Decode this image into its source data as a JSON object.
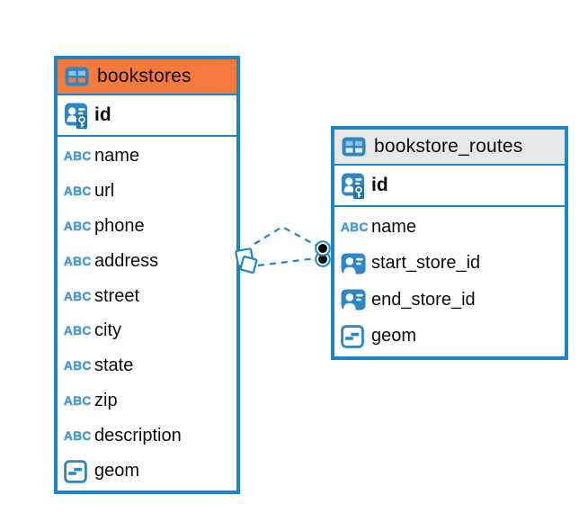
{
  "colors": {
    "accent_blue": "#1b86c8",
    "icon_blue": "#2e86c4",
    "icon_blue_light": "#8ec1e6",
    "key_badge_blue": "#2373ab",
    "text_icon_blue": "#4f9ad1",
    "bookstores_header_orange": "#f5793b",
    "routes_header_gray": "#e8e8e8",
    "endpoint_dot_black": "#000000",
    "text_black": "#0d0d0d"
  },
  "icons": {
    "text_icon_label": "ABC"
  },
  "tables": [
    {
      "name": "bookstores",
      "header_color": "#f5793b",
      "columns": [
        {
          "name": "id",
          "type_icon": "primary-key",
          "emphasis": true
        },
        {
          "name": "name",
          "type_icon": "text"
        },
        {
          "name": "url",
          "type_icon": "text"
        },
        {
          "name": "phone",
          "type_icon": "text"
        },
        {
          "name": "address",
          "type_icon": "text"
        },
        {
          "name": "street",
          "type_icon": "text"
        },
        {
          "name": "city",
          "type_icon": "text"
        },
        {
          "name": "state",
          "type_icon": "text"
        },
        {
          "name": "zip",
          "type_icon": "text"
        },
        {
          "name": "description",
          "type_icon": "text"
        },
        {
          "name": "geom",
          "type_icon": "geometry"
        }
      ]
    },
    {
      "name": "bookstore_routes",
      "header_color": "#e8e8e8",
      "columns": [
        {
          "name": "id",
          "type_icon": "primary-key",
          "emphasis": true
        },
        {
          "name": "name",
          "type_icon": "text"
        },
        {
          "name": "start_store_id",
          "type_icon": "foreign-key"
        },
        {
          "name": "end_store_id",
          "type_icon": "foreign-key"
        },
        {
          "name": "geom",
          "type_icon": "geometry"
        }
      ]
    }
  ],
  "relationships": [
    {
      "from_table": "bookstores",
      "to_table": "bookstore_routes",
      "line_style": "dashed",
      "from_marker": "diamond",
      "to_marker": "dot"
    },
    {
      "from_table": "bookstores",
      "to_table": "bookstore_routes",
      "line_style": "dashed",
      "from_marker": "diamond",
      "to_marker": "dot"
    }
  ]
}
